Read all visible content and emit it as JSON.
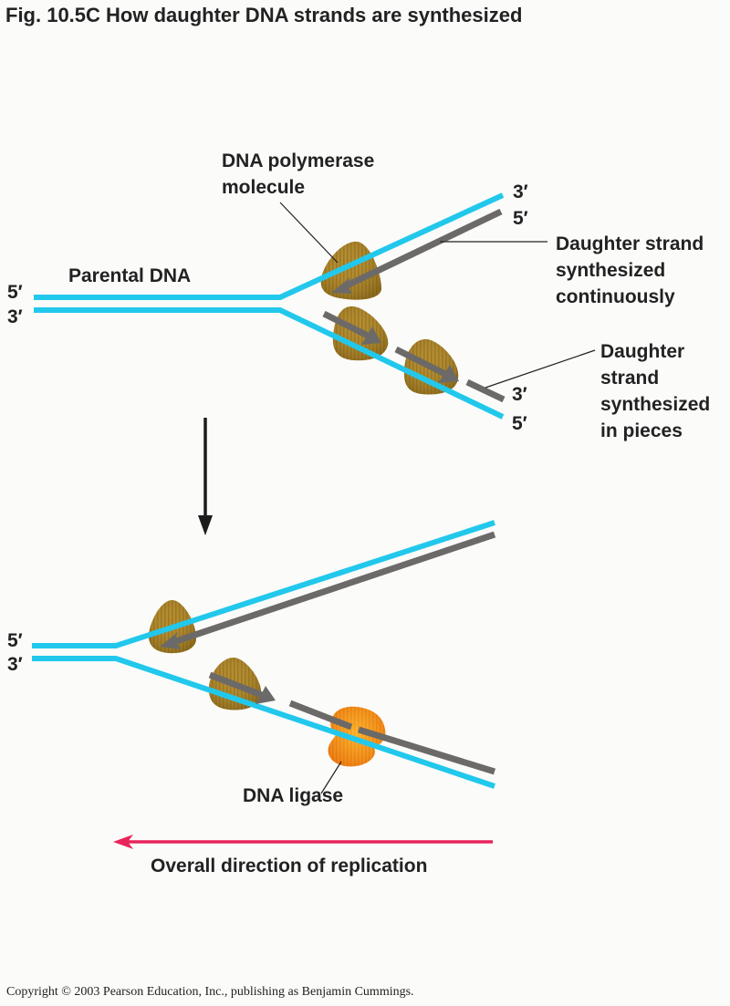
{
  "figure": {
    "title": "Fig. 10.5C  How daughter DNA strands are synthesized",
    "copyright": "Copyright © 2003 Pearson Education, Inc., publishing as Benjamin Cummings."
  },
  "colors": {
    "parental_strand": "#22c8ec",
    "daughter_strand": "#6c6a68",
    "polymerase": "#b08a2e",
    "ligase": "#f59a1a",
    "direction_arrow": "#e8245a",
    "step_arrow": "#1c1c1c"
  },
  "top_panel": {
    "labels": {
      "parental_dna": "Parental DNA",
      "dna_polymerase": "DNA polymerase\nmolecule",
      "leading": "Daughter strand\nsynthesized\ncontinuously",
      "lagging": "Daughter\nstrand\nsynthesized\nin pieces"
    },
    "ends": {
      "left_top": "5′",
      "left_bottom": "3′",
      "upper_arm_parental": "3′",
      "upper_arm_daughter": "5′",
      "lower_arm_daughter": "3′",
      "lower_arm_parental": "5′"
    }
  },
  "bottom_panel": {
    "labels": {
      "dna_ligase": "DNA ligase",
      "direction": "Overall direction of replication"
    },
    "ends": {
      "left_top": "5′",
      "left_bottom": "3′"
    }
  }
}
